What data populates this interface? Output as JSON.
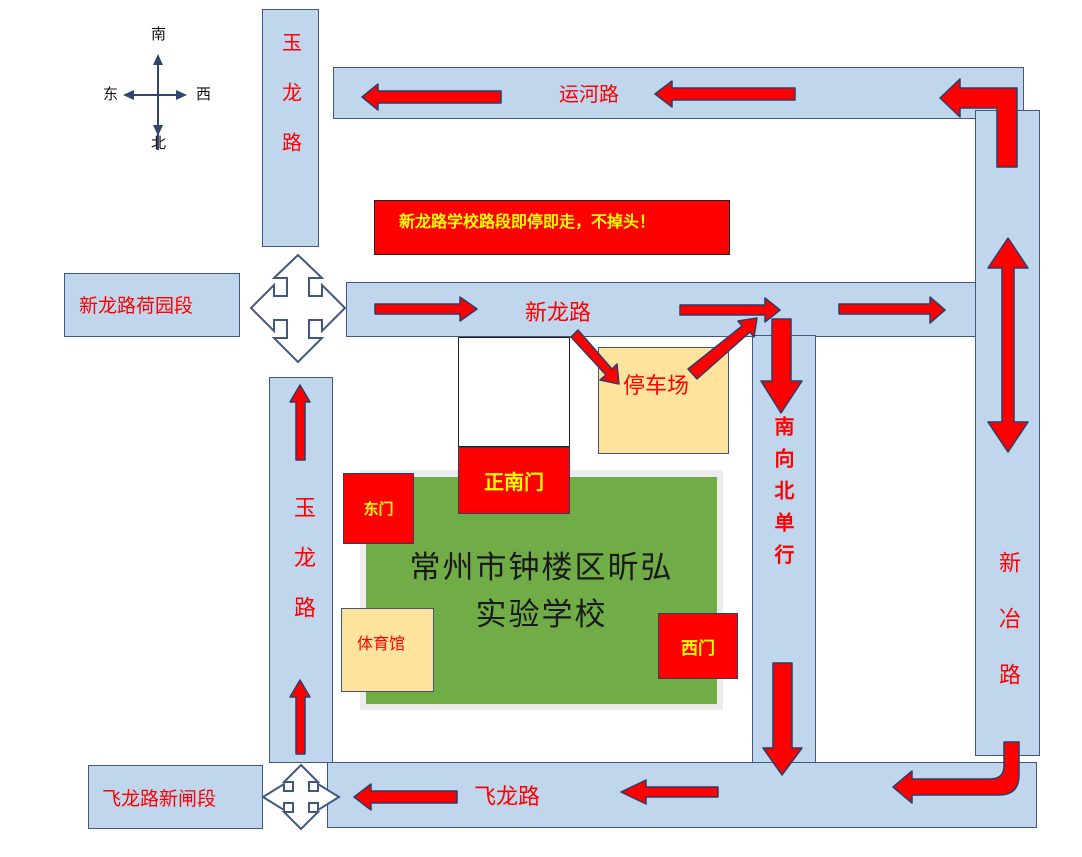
{
  "compass": {
    "south": "南",
    "north": "北",
    "east": "东",
    "west": "西"
  },
  "roads": {
    "yulong_top": "玉龙路",
    "yulong_bottom": "玉龙路",
    "yunhe": "运河路",
    "xinlong": "新龙路",
    "xinlong_heyuan": "新龙路荷园段",
    "feilong": "飞龙路",
    "feilong_xinzha": "飞龙路新闸段",
    "xinye": "新冶路",
    "one_way": "南向北单行"
  },
  "notice": {
    "text": "新龙路学校路段即停即走，不掉头！",
    "bg_color": "#ff0000",
    "text_color": "#ffff00"
  },
  "places": {
    "parking": "停车场",
    "school": [
      "常州市钟楼区昕弘",
      "实验学校"
    ],
    "gym": "体育馆"
  },
  "gates": {
    "south_main": "正南门",
    "east": "东门",
    "west": "西门"
  },
  "colors": {
    "road": "#bfd6ec",
    "road_border": "#41587e",
    "arrow": "#ff0000",
    "school": "#70ad47",
    "tan": "#ffe29c",
    "label": "#ff0000"
  }
}
